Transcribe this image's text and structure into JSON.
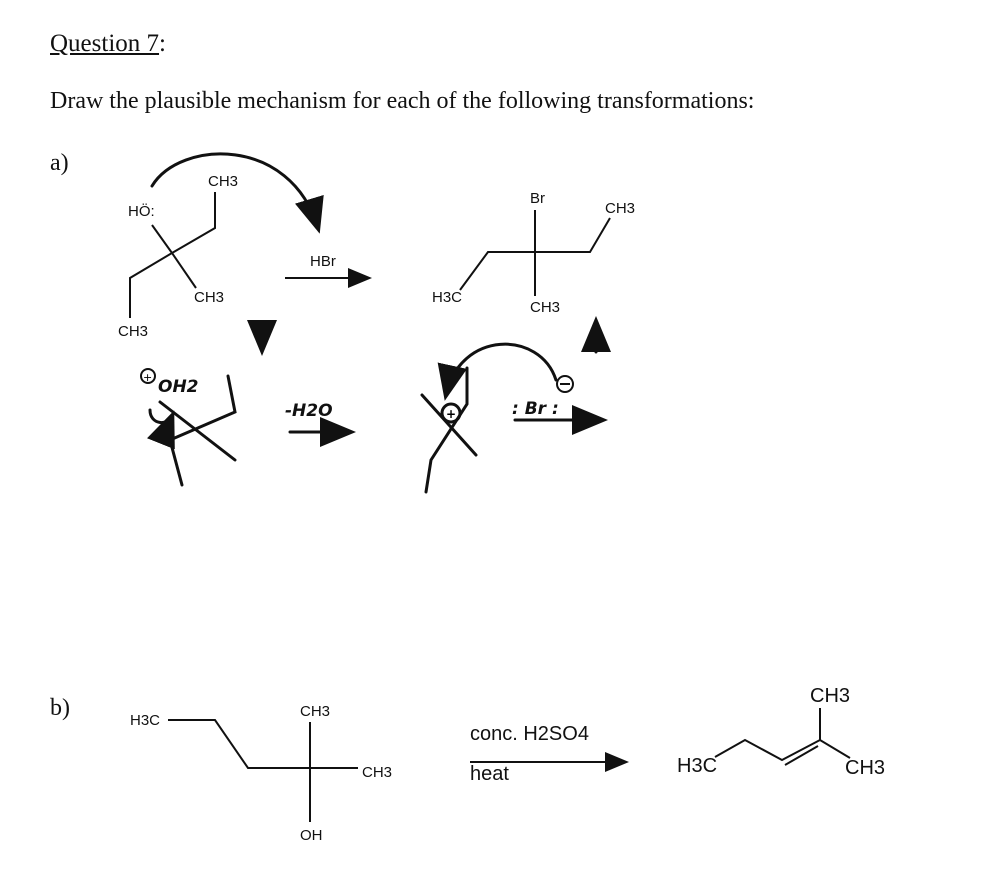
{
  "question": {
    "label": "Question 7",
    "colon": ":",
    "prompt": "Draw the plausible mechanism for each of the following transformations:"
  },
  "part_a": {
    "label": "a)",
    "reactant": {
      "oxygen": "HÖ:",
      "ch3_top": "CH3",
      "ch3_mid": "CH3",
      "ch3_bottom": "CH3"
    },
    "reagent": "HBr",
    "product": {
      "br": "Br",
      "ch3_right": "CH3",
      "h3c_left": "H3C",
      "ch3_bottom": "CH3"
    },
    "handwritten": {
      "oxonium": "OH2",
      "water_loss": "-H2O",
      "bromide": ": Br :"
    }
  },
  "part_b": {
    "label": "b)",
    "reactant": {
      "h3c": "H3C",
      "ch3_top": "CH3",
      "ch3_right": "CH3",
      "oh": "OH"
    },
    "reagent_top": "conc. H2SO4",
    "reagent_bottom": "heat",
    "product": {
      "ch3_top": "CH3",
      "h3c": "H3C",
      "ch3_right": "CH3"
    }
  }
}
